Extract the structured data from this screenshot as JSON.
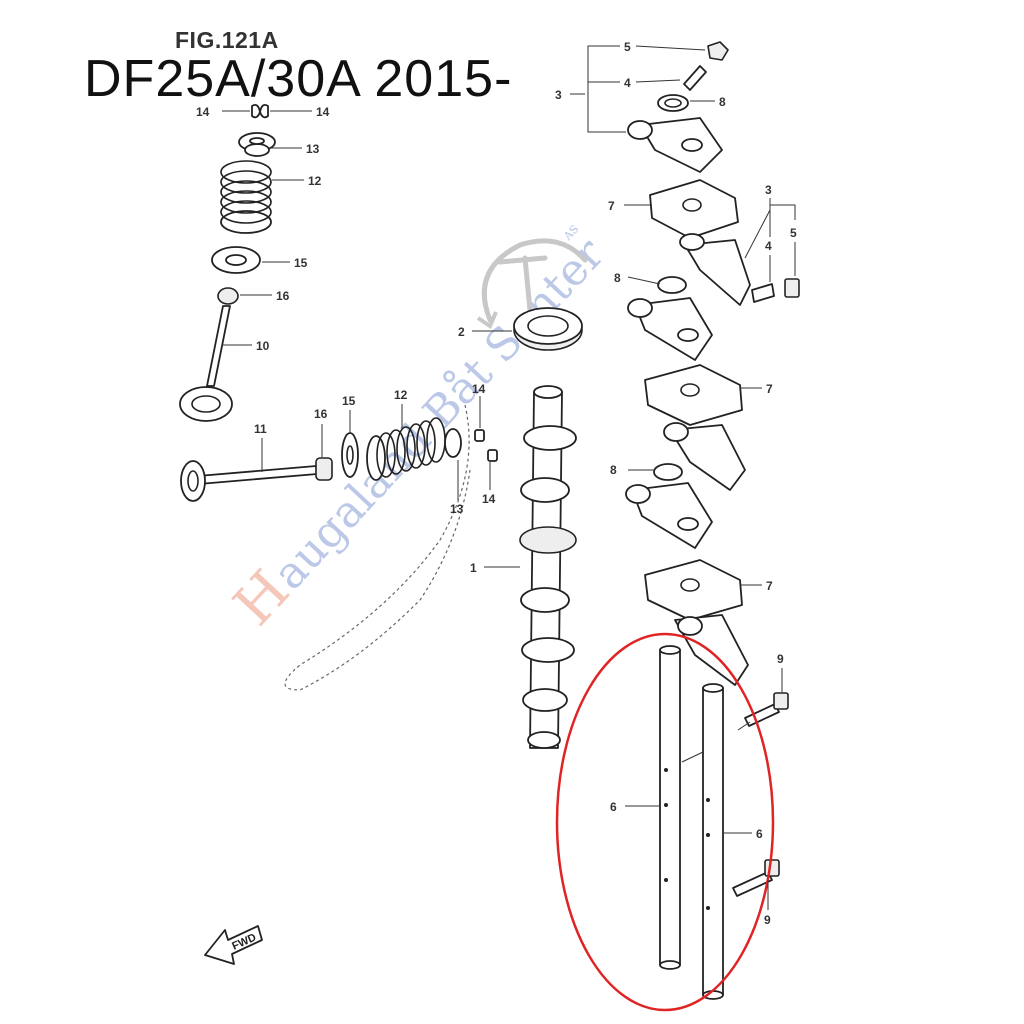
{
  "figure_label": "FIG.121A",
  "model_title": "DF25A/30A 2015-",
  "watermark": {
    "initial": "H",
    "text": "augaland Båt Senter",
    "suffix": "AS"
  },
  "fwd_label": "FWD",
  "highlight_color": "#e02424",
  "callouts": {
    "c1": "1",
    "c2": "2",
    "c3a": "3",
    "c3b": "3",
    "c4a": "4",
    "c4b": "4",
    "c5a": "5",
    "c5b": "5",
    "c6a": "6",
    "c6b": "6",
    "c7a": "7",
    "c7b": "7",
    "c7c": "7",
    "c8a": "8",
    "c8b": "8",
    "c8c": "8",
    "c9a": "9",
    "c9b": "9",
    "c10": "10",
    "c11": "11",
    "c12a": "12",
    "c12b": "12",
    "c13a": "13",
    "c13b": "13",
    "c14a": "14",
    "c14b": "14",
    "c14c": "14",
    "c14d": "14",
    "c15a": "15",
    "c15b": "15",
    "c16a": "16",
    "c16b": "16"
  }
}
